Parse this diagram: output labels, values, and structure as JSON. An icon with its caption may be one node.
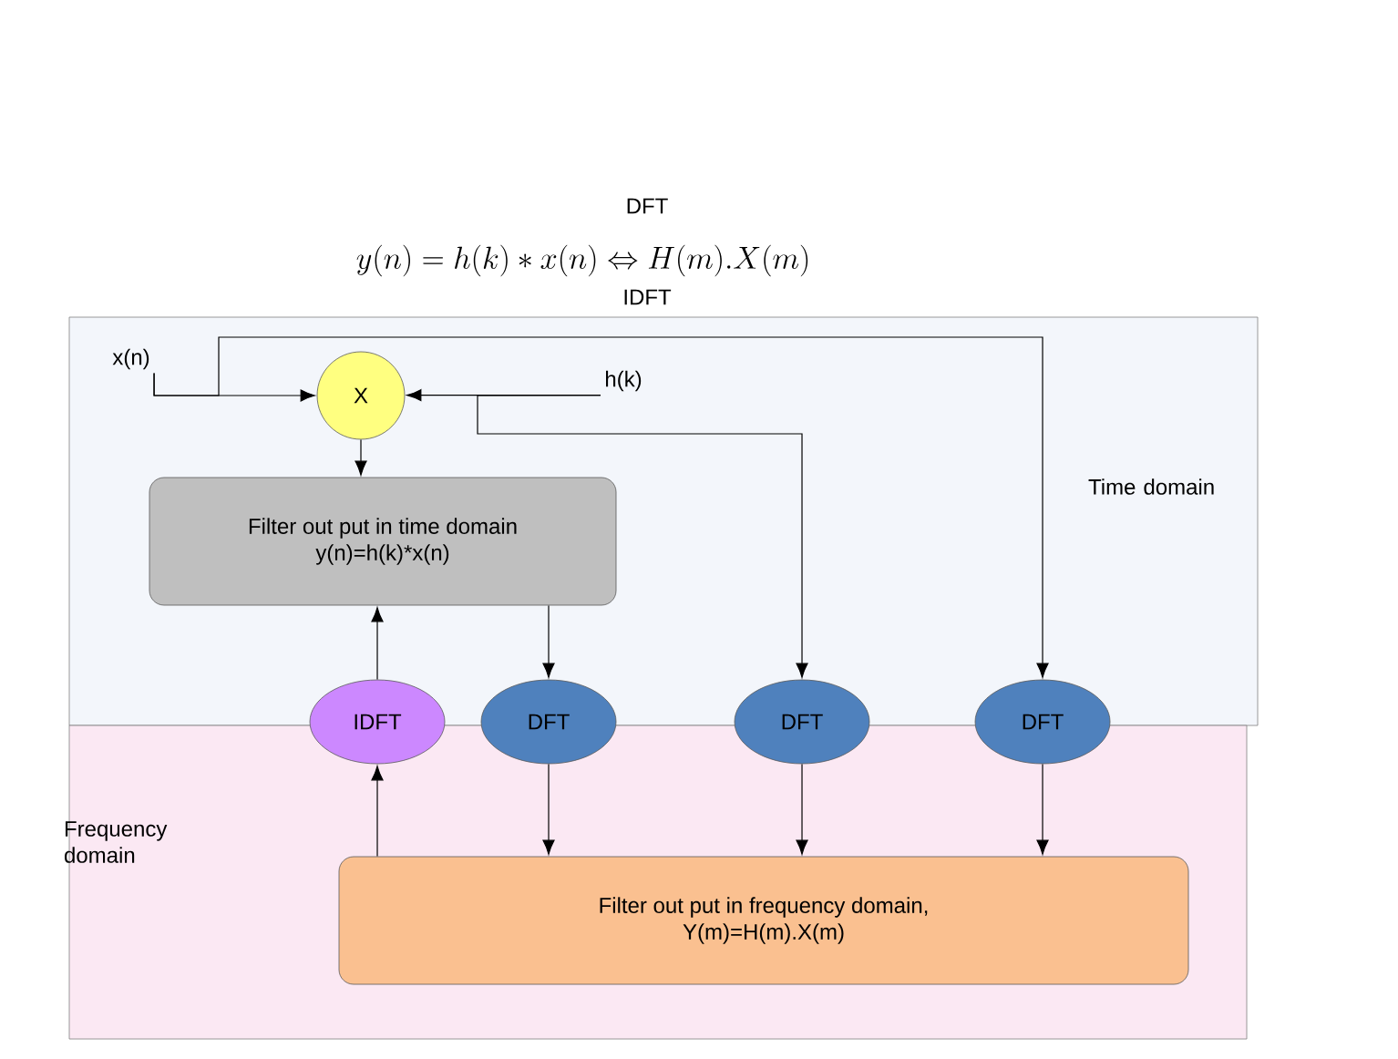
{
  "diagram": {
    "nodes": [
      {
        "text": [
          "Time domain"
        ]
      },
      {
        "text": [
          "Frequency domain"
        ]
      },
      {
        "text": [
          "x(n)"
        ],
        "in": 0
      },
      {
        "text": [
          "h(k)"
        ],
        "in": 0
      },
      {
        "text": [
          "X"
        ],
        "in": 0
      },
      {
        "text": [
          "Filter out put in time domain",
          "y(n)=h(k)*x(n)"
        ],
        "in": 0
      },
      {
        "text": [
          "IDFT"
        ]
      },
      {
        "text": [
          "DFT"
        ]
      },
      {
        "text": [
          "DFT"
        ]
      },
      {
        "text": [
          "DFT"
        ]
      },
      {
        "text": [
          "Filter out put in frequency domain,",
          "Y(m)=H(m).X(m)"
        ],
        "in": 1
      }
    ],
    "edges": [
      {
        "from": 2,
        "to": 4,
        "arrow": "to"
      },
      {
        "from": 2,
        "to": 9,
        "arrow": "to"
      },
      {
        "from": 3,
        "to": 4,
        "arrow": "to"
      },
      {
        "from": 3,
        "to": 8,
        "arrow": "to"
      },
      {
        "from": 4,
        "to": 5,
        "arrow": "to"
      },
      {
        "from": 5,
        "to": 7,
        "arrow": "to"
      },
      {
        "from": 6,
        "to": 5,
        "arrow": "to"
      },
      {
        "from": 10,
        "to": 6,
        "arrow": "to"
      },
      {
        "from": 7,
        "to": 10,
        "arrow": "to"
      },
      {
        "from": 8,
        "to": 10,
        "arrow": "to"
      },
      {
        "from": 9,
        "to": 10,
        "arrow": "to"
      }
    ],
    "labels": [
      "DFT",
      "y(n)=h(k)*x(n)\\Leftrightarrow H(m).X(m)",
      "IDFT"
    ]
  }
}
